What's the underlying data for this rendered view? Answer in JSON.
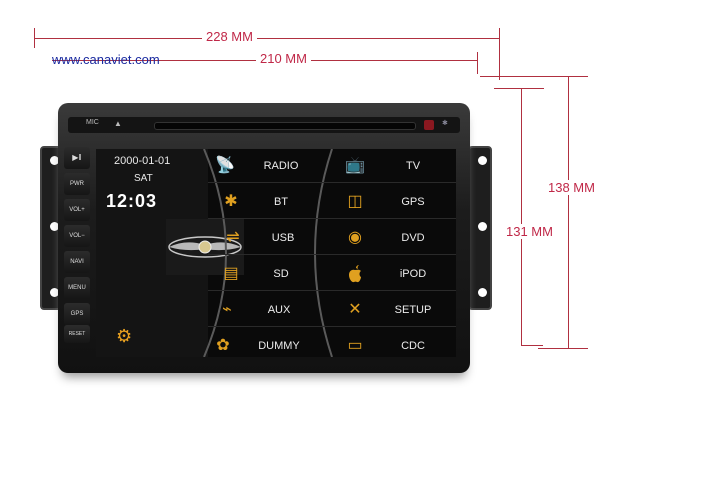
{
  "dimensions": {
    "outer_width": "228 MM",
    "inner_width": "210 MM",
    "outer_height": "138 MM",
    "inner_height": "131 MM"
  },
  "watermark": "www.canaviet.com",
  "unit": {
    "top_buttons": [
      "MIC",
      "▲"
    ],
    "side_buttons": [
      "▶‖",
      "PWR",
      "VOL+",
      "VOL−",
      "NAVI",
      "MENU",
      "GPS",
      "RESET"
    ],
    "clock": {
      "date": "2000-01-01",
      "day": "SAT",
      "time": "12:03"
    },
    "menu": [
      {
        "label": "RADIO",
        "icon": "satellite-dish-icon",
        "glyph": "📡"
      },
      {
        "label": "TV",
        "icon": "tv-icon",
        "glyph": "📺"
      },
      {
        "label": "BT",
        "icon": "bluetooth-icon",
        "glyph": "✱"
      },
      {
        "label": "GPS",
        "icon": "gps-icon",
        "glyph": "◫"
      },
      {
        "label": "USB",
        "icon": "usb-icon",
        "glyph": "⇌"
      },
      {
        "label": "DVD",
        "icon": "dvd-icon",
        "glyph": "◉"
      },
      {
        "label": "SD",
        "icon": "sd-card-icon",
        "glyph": "▤"
      },
      {
        "label": "iPOD",
        "icon": "apple-icon",
        "glyph": ""
      },
      {
        "label": "AUX",
        "icon": "aux-plug-icon",
        "glyph": "⌁"
      },
      {
        "label": "SETUP",
        "icon": "tools-icon",
        "glyph": "✕"
      },
      {
        "label": "DUMMY",
        "icon": "dummy-icon",
        "glyph": "✿"
      },
      {
        "label": "CDC",
        "icon": "cd-changer-icon",
        "glyph": "▭"
      }
    ]
  }
}
